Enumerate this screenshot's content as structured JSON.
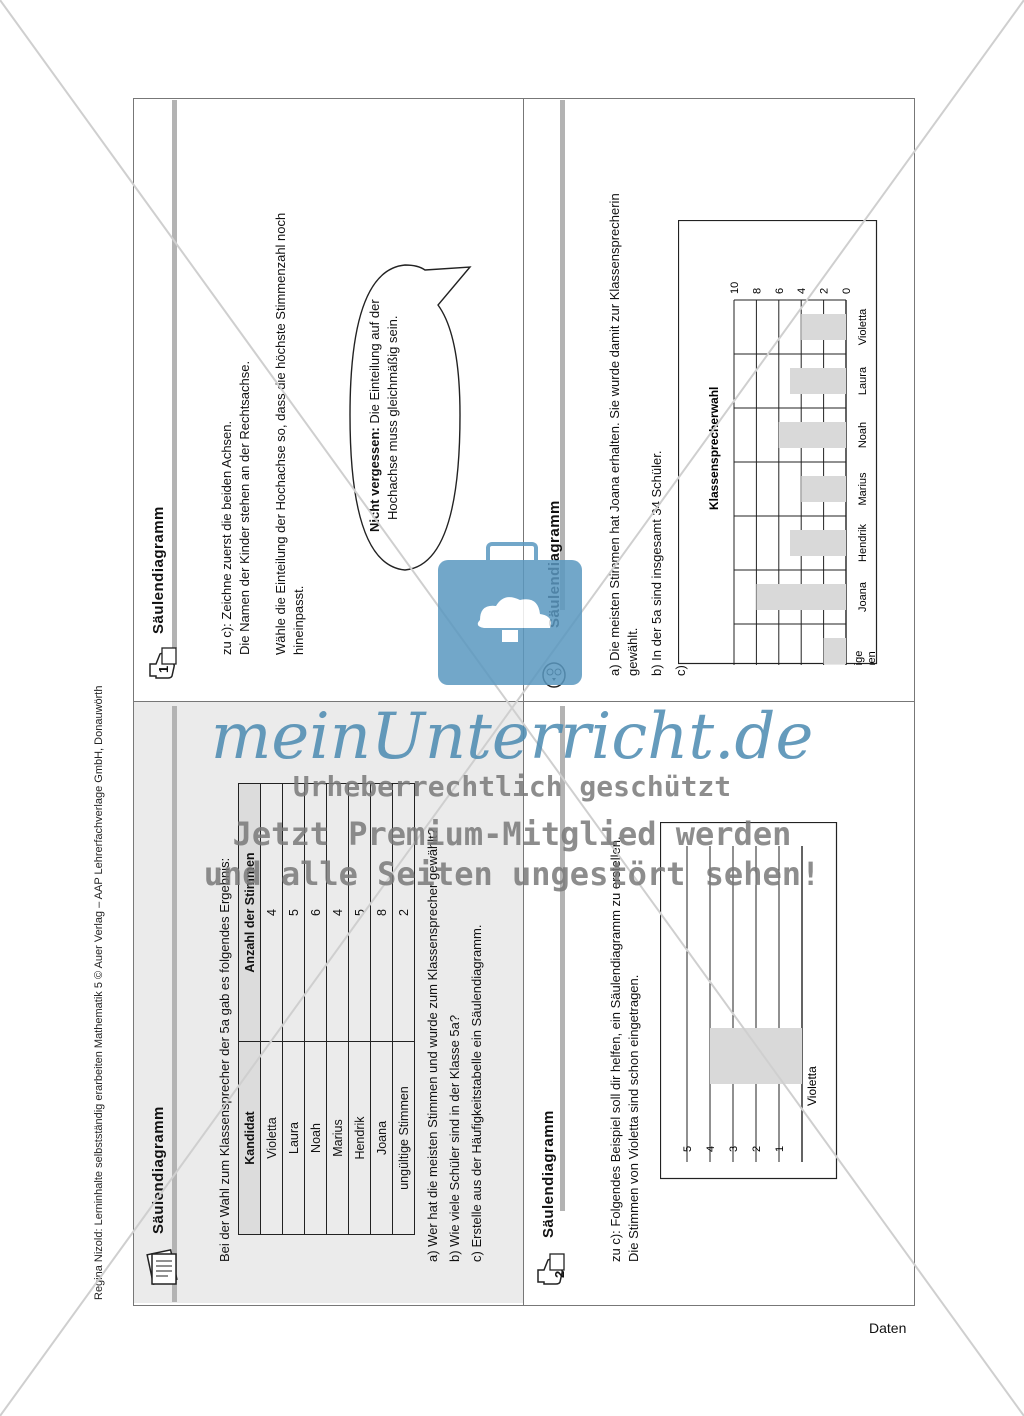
{
  "credit": "Regina Nizold: Lerninhalte selbstständig erarbeiten Mathematik 5 © Auer Verlag – AAP Lehrerfachverlage GmbH, Donauwörth",
  "footer": "Daten",
  "card_main": {
    "title": "Säulendiagramm",
    "intro": "Bei der Wahl zum Klassensprecher der 5a gab es folgendes Ergebnis:",
    "table": {
      "headers": [
        "Kandidat",
        "Anzahl der Stimmen"
      ],
      "rows": [
        [
          "Violetta",
          "4"
        ],
        [
          "Laura",
          "5"
        ],
        [
          "Noah",
          "6"
        ],
        [
          "Marius",
          "4"
        ],
        [
          "Hendrik",
          "5"
        ],
        [
          "Joana",
          "8"
        ],
        [
          "ungültige Stimmen",
          "2"
        ]
      ]
    },
    "task_a": "a) Wer hat die meisten Stimmen und wurde zum Klassensprecher gewählt?",
    "task_b": "b) Wie viele Schüler sind in der Klasse 5a?",
    "task_c": "c) Erstelle aus der Häufigkeitstabelle ein Säulendiagramm."
  },
  "card_hint1": {
    "number": "1",
    "title": "Säulendiagramm",
    "line1": "zu c): Zeichne zuerst die beiden Achsen.",
    "line2": "Die Namen der Kinder stehen an der Rechtsachse.",
    "line3": "Wähle die Einteilung der Hochachse so, dass die höchste Stimmenzahl noch",
    "line4": "hineinpasst.",
    "bubble_bold": "Nicht vergessen:",
    "bubble_rest": " Die Einteilung auf der",
    "bubble_line2": "Hochachse muss gleichmäßig sein."
  },
  "card_hint2": {
    "number": "2",
    "title": "Säulendiagramm",
    "line1": "zu c): Folgendes Beispiel soll dir helfen, ein Säulendiagramm zu erstellen.",
    "line2": "Die Stimmen von Violetta sind schon eingetragen.",
    "mini_chart": {
      "y_ticks": [
        "1",
        "2",
        "3",
        "4",
        "5"
      ],
      "label": "Violetta"
    }
  },
  "card_solution": {
    "title": "Säulendiagramm",
    "a_line1": "a) Die meisten Stimmen hat Joana erhalten. Sie wurde damit zur Klassensprecherin",
    "a_line2": "gewählt.",
    "b_line": "b) In der 5a sind insgesamt 34 Schüler.",
    "c_label": "c)"
  },
  "chart_data": {
    "type": "bar",
    "title": "Klassensprecherwahl",
    "categories": [
      "Violetta",
      "Laura",
      "Noah",
      "Marius",
      "Hendrik",
      "Joana",
      "ungültige Stimmen"
    ],
    "values": [
      4,
      5,
      6,
      4,
      5,
      8,
      2
    ],
    "y_ticks": [
      "0",
      "2",
      "4",
      "6",
      "8",
      "10"
    ],
    "ylim": [
      0,
      10
    ],
    "grid": true
  },
  "watermark": {
    "brand": "meinUnterricht.de",
    "line1": "Urheberrechtlich geschützt",
    "line2": "Jetzt Premium-Mitglied werden",
    "line3": "und alle Seiten ungestört sehen!"
  }
}
